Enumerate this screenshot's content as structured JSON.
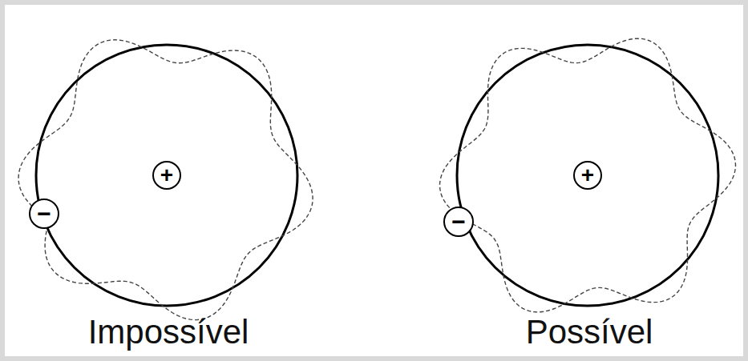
{
  "diagram": {
    "nodes": [
      {
        "text": [
          "+"
        ]
      },
      {
        "text": [
          "−"
        ]
      },
      {
        "text": [
          "+"
        ]
      },
      {
        "text": [
          "−"
        ]
      }
    ],
    "labels": [
      "Impossível",
      "Possível"
    ]
  }
}
